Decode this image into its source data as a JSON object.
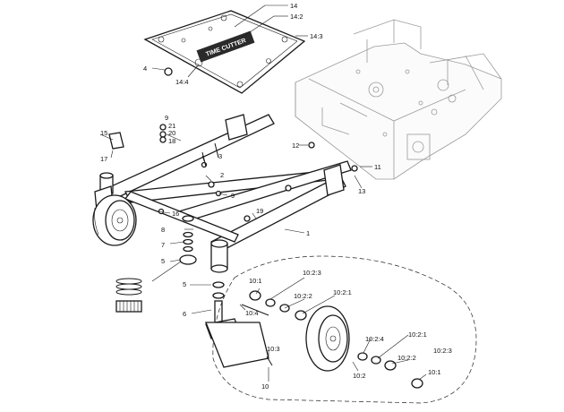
{
  "callouts": {
    "c14": "14",
    "c14_2": "14:2",
    "c14_3": "14:3",
    "c14_4": "14:4",
    "c4": "4",
    "c9a": "9",
    "c21": "21",
    "c20": "20",
    "c18": "18",
    "c15": "15",
    "c17": "17",
    "c3": "3",
    "c2": "2",
    "c9b": "9",
    "c12": "12",
    "c11": "11",
    "c13": "13",
    "c16": "16",
    "c19": "19",
    "c1": "1",
    "c8": "8",
    "c7": "7",
    "c5a": "5",
    "c5b": "5",
    "c6": "6",
    "c10_1a": "10:1",
    "c10_2_3a": "10:2:3",
    "c10_2_2a": "10:2:2",
    "c10_2_1a": "10:2:1",
    "c10_4": "10:4",
    "c10_3": "10:3",
    "c10_2_4": "10:2:4",
    "c10_2_1b": "10:2:1",
    "c10_2_2b": "10:2:2",
    "c10_2_3b": "10:2:3",
    "c10_1b": "10:1",
    "c10_2": "10:2",
    "c10": "10"
  },
  "plate_logo": "TIME CUTTER"
}
